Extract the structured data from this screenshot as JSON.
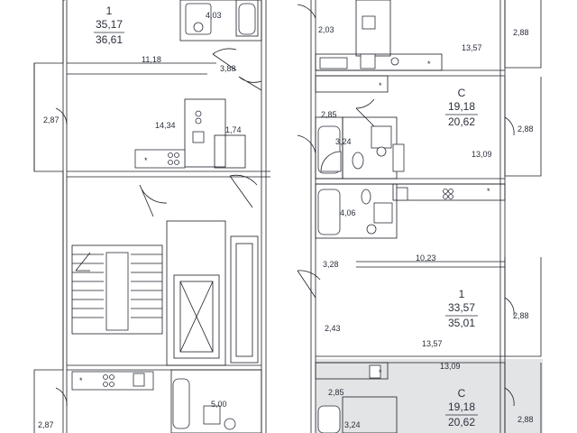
{
  "colors": {
    "wall": "#1c1f26",
    "text": "#2a2f3a",
    "highlight": "#e3e4e6",
    "background": "#ffffff"
  },
  "left": {
    "unit1": {
      "type": "1",
      "living": "35,17",
      "total": "36,61"
    },
    "areas": [
      "4,03",
      "11,18",
      "3,88",
      "2,87",
      "14,34",
      "1,74",
      "2,87",
      "5,00"
    ]
  },
  "right": {
    "unit_c_top": {
      "type": "C",
      "living": "19,18",
      "total": "20,62"
    },
    "unit_1": {
      "type": "1",
      "living": "33,57",
      "total": "35,01"
    },
    "unit_c_bottom": {
      "type": "C",
      "living": "19,18",
      "total": "20,62"
    },
    "areas": [
      "2,03",
      "13,57",
      "2,88",
      "2,85",
      "3,24",
      "2,88",
      "13,09",
      "4,06",
      "10,23",
      "3,28",
      "2,43",
      "2,88",
      "13,57",
      "13,09",
      "2,85",
      "3,24",
      "2,88"
    ]
  }
}
